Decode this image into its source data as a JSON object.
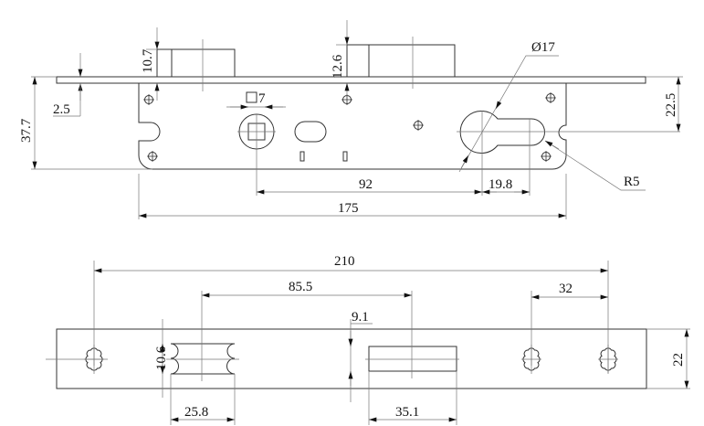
{
  "drawing": {
    "top_view": {
      "dimensions": {
        "bolt1_height": "10.7",
        "bolt2_height": "12.6",
        "faceplate_thickness": "2.5",
        "body_height": "37.7",
        "follower_square": "7",
        "cylinder_diameter": "Ø17",
        "cylinder_offset": "22.5",
        "backset": "92",
        "cylinder_spacing": "19.8",
        "body_length": "175",
        "radius": "R5"
      }
    },
    "bottom_view": {
      "dimensions": {
        "screw_span": "210",
        "bolt_spacing": "85.5",
        "screw_spacing": "32",
        "latch_height": "10.6",
        "deadbolt_offset": "9.1",
        "faceplate_width": "22",
        "latch_width": "25.8",
        "deadbolt_width": "35.1"
      }
    }
  }
}
